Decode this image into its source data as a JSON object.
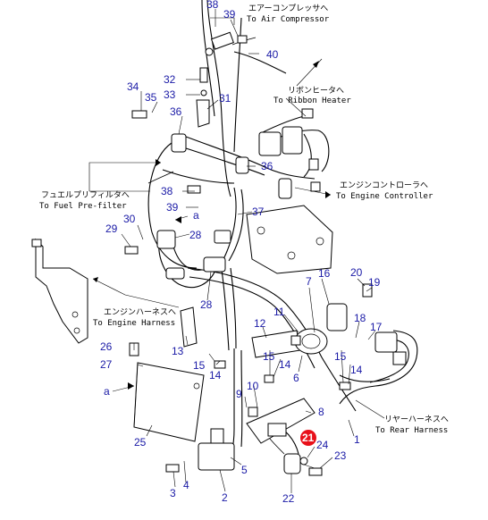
{
  "callouts": {
    "air_compressor_jp": "エアーコンプレッサへ",
    "air_compressor_en": "To Air Compressor",
    "ribbon_heater_jp": "リボンヒータへ",
    "ribbon_heater_en": "To Ribbon Heater",
    "engine_controller_jp": "エンジンコントローラへ",
    "engine_controller_en": "To Engine Controller",
    "fuel_prefilter_jp": "フュエルプリフィルタへ",
    "fuel_prefilter_en": "To Fuel Pre-filter",
    "engine_harness_jp": "エンジンハーネスへ",
    "engine_harness_en": "To Engine Harness",
    "rear_harness_jp": "リヤーハーネスへ",
    "rear_harness_en": "To Rear Harness"
  },
  "refs": {
    "a1": "a",
    "a2": "a"
  },
  "labels": {
    "n1": "1",
    "n2": "2",
    "n3": "3",
    "n4": "4",
    "n5": "5",
    "n6": "6",
    "n7": "7",
    "n8": "8",
    "n9": "9",
    "n10": "10",
    "n11": "11",
    "n12": "12",
    "n13": "13",
    "n14a": "14",
    "n14b": "14",
    "n14c": "14",
    "n15a": "15",
    "n15b": "15",
    "n15c": "15",
    "n16": "16",
    "n17": "17",
    "n18": "18",
    "n19": "19",
    "n20": "20",
    "n21": "21",
    "n22": "22",
    "n23": "23",
    "n24": "24",
    "n25": "25",
    "n26": "26",
    "n27": "27",
    "n28a": "28",
    "n28b": "28",
    "n29": "29",
    "n30": "30",
    "n31": "31",
    "n32": "32",
    "n33": "33",
    "n34": "34",
    "n35": "35",
    "n36a": "36",
    "n36b": "36",
    "n37": "37",
    "n38a": "38",
    "n38b": "38",
    "n39a": "39",
    "n39b": "39",
    "n40": "40"
  },
  "colors": {
    "label": "#1a1aa6",
    "highlight": "#e8101a",
    "line": "#000000"
  }
}
